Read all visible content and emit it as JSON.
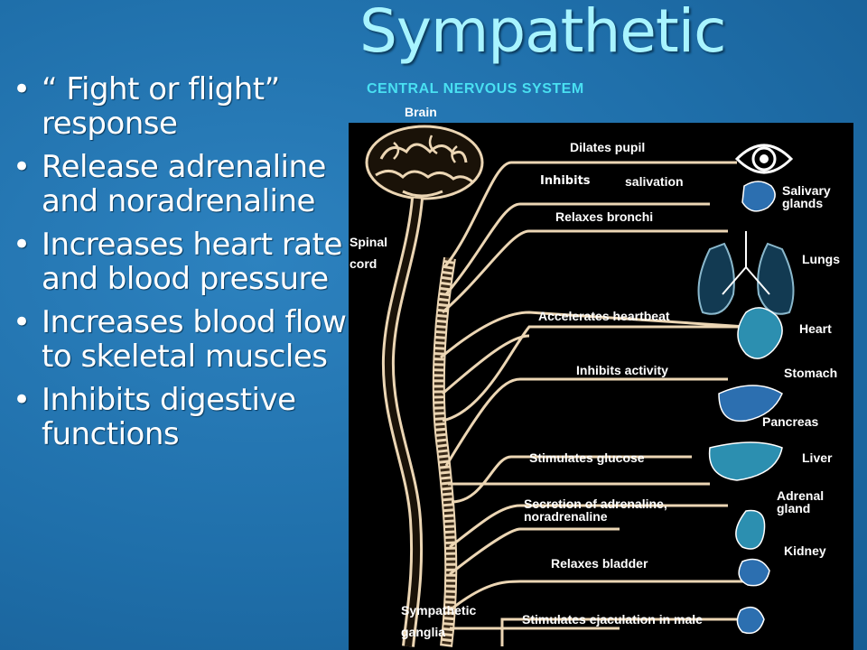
{
  "slide": {
    "title": "Sympathetic",
    "subtitle": "CENTRAL NERVOUS SYSTEM",
    "bullet_char": "•",
    "bullets": [
      "“ Fight or flight” response",
      "Release adrenaline  and noradrenaline",
      "Increases heart rate and blood pressure",
      "Increases blood flow  to skeletal muscles",
      "Inhibits digestive functions"
    ]
  },
  "diagram": {
    "brain": "Brain",
    "spinal_cord": [
      "Spinal",
      "cord"
    ],
    "ganglia": [
      "Sympathetic",
      "ganglia"
    ],
    "effects": {
      "pupil": "Dilates pupil",
      "inhibits": "Inhibits",
      "salivation": "salivation",
      "bronchi": "Relaxes bronchi",
      "heartbeat": "Accelerates heartbeat",
      "activity": "Inhibits activity",
      "glucose": "Stimulates glucose",
      "secretion": "Secretion of adrenaline, noradrenaline",
      "bladder": "Relaxes bladder",
      "ejaculation": "Stimulates ejaculation in male"
    },
    "organs": {
      "salivary": "Salivary glands",
      "lungs": "Lungs",
      "heart": "Heart",
      "stomach": "Stomach",
      "pancreas": "Pancreas",
      "liver": "Liver",
      "adrenal": "Adrenal gland",
      "kidney": "Kidney"
    },
    "colors": {
      "nerve": "#ecd6b4",
      "organ": "#2c8fb0",
      "panel": "#000000"
    }
  }
}
